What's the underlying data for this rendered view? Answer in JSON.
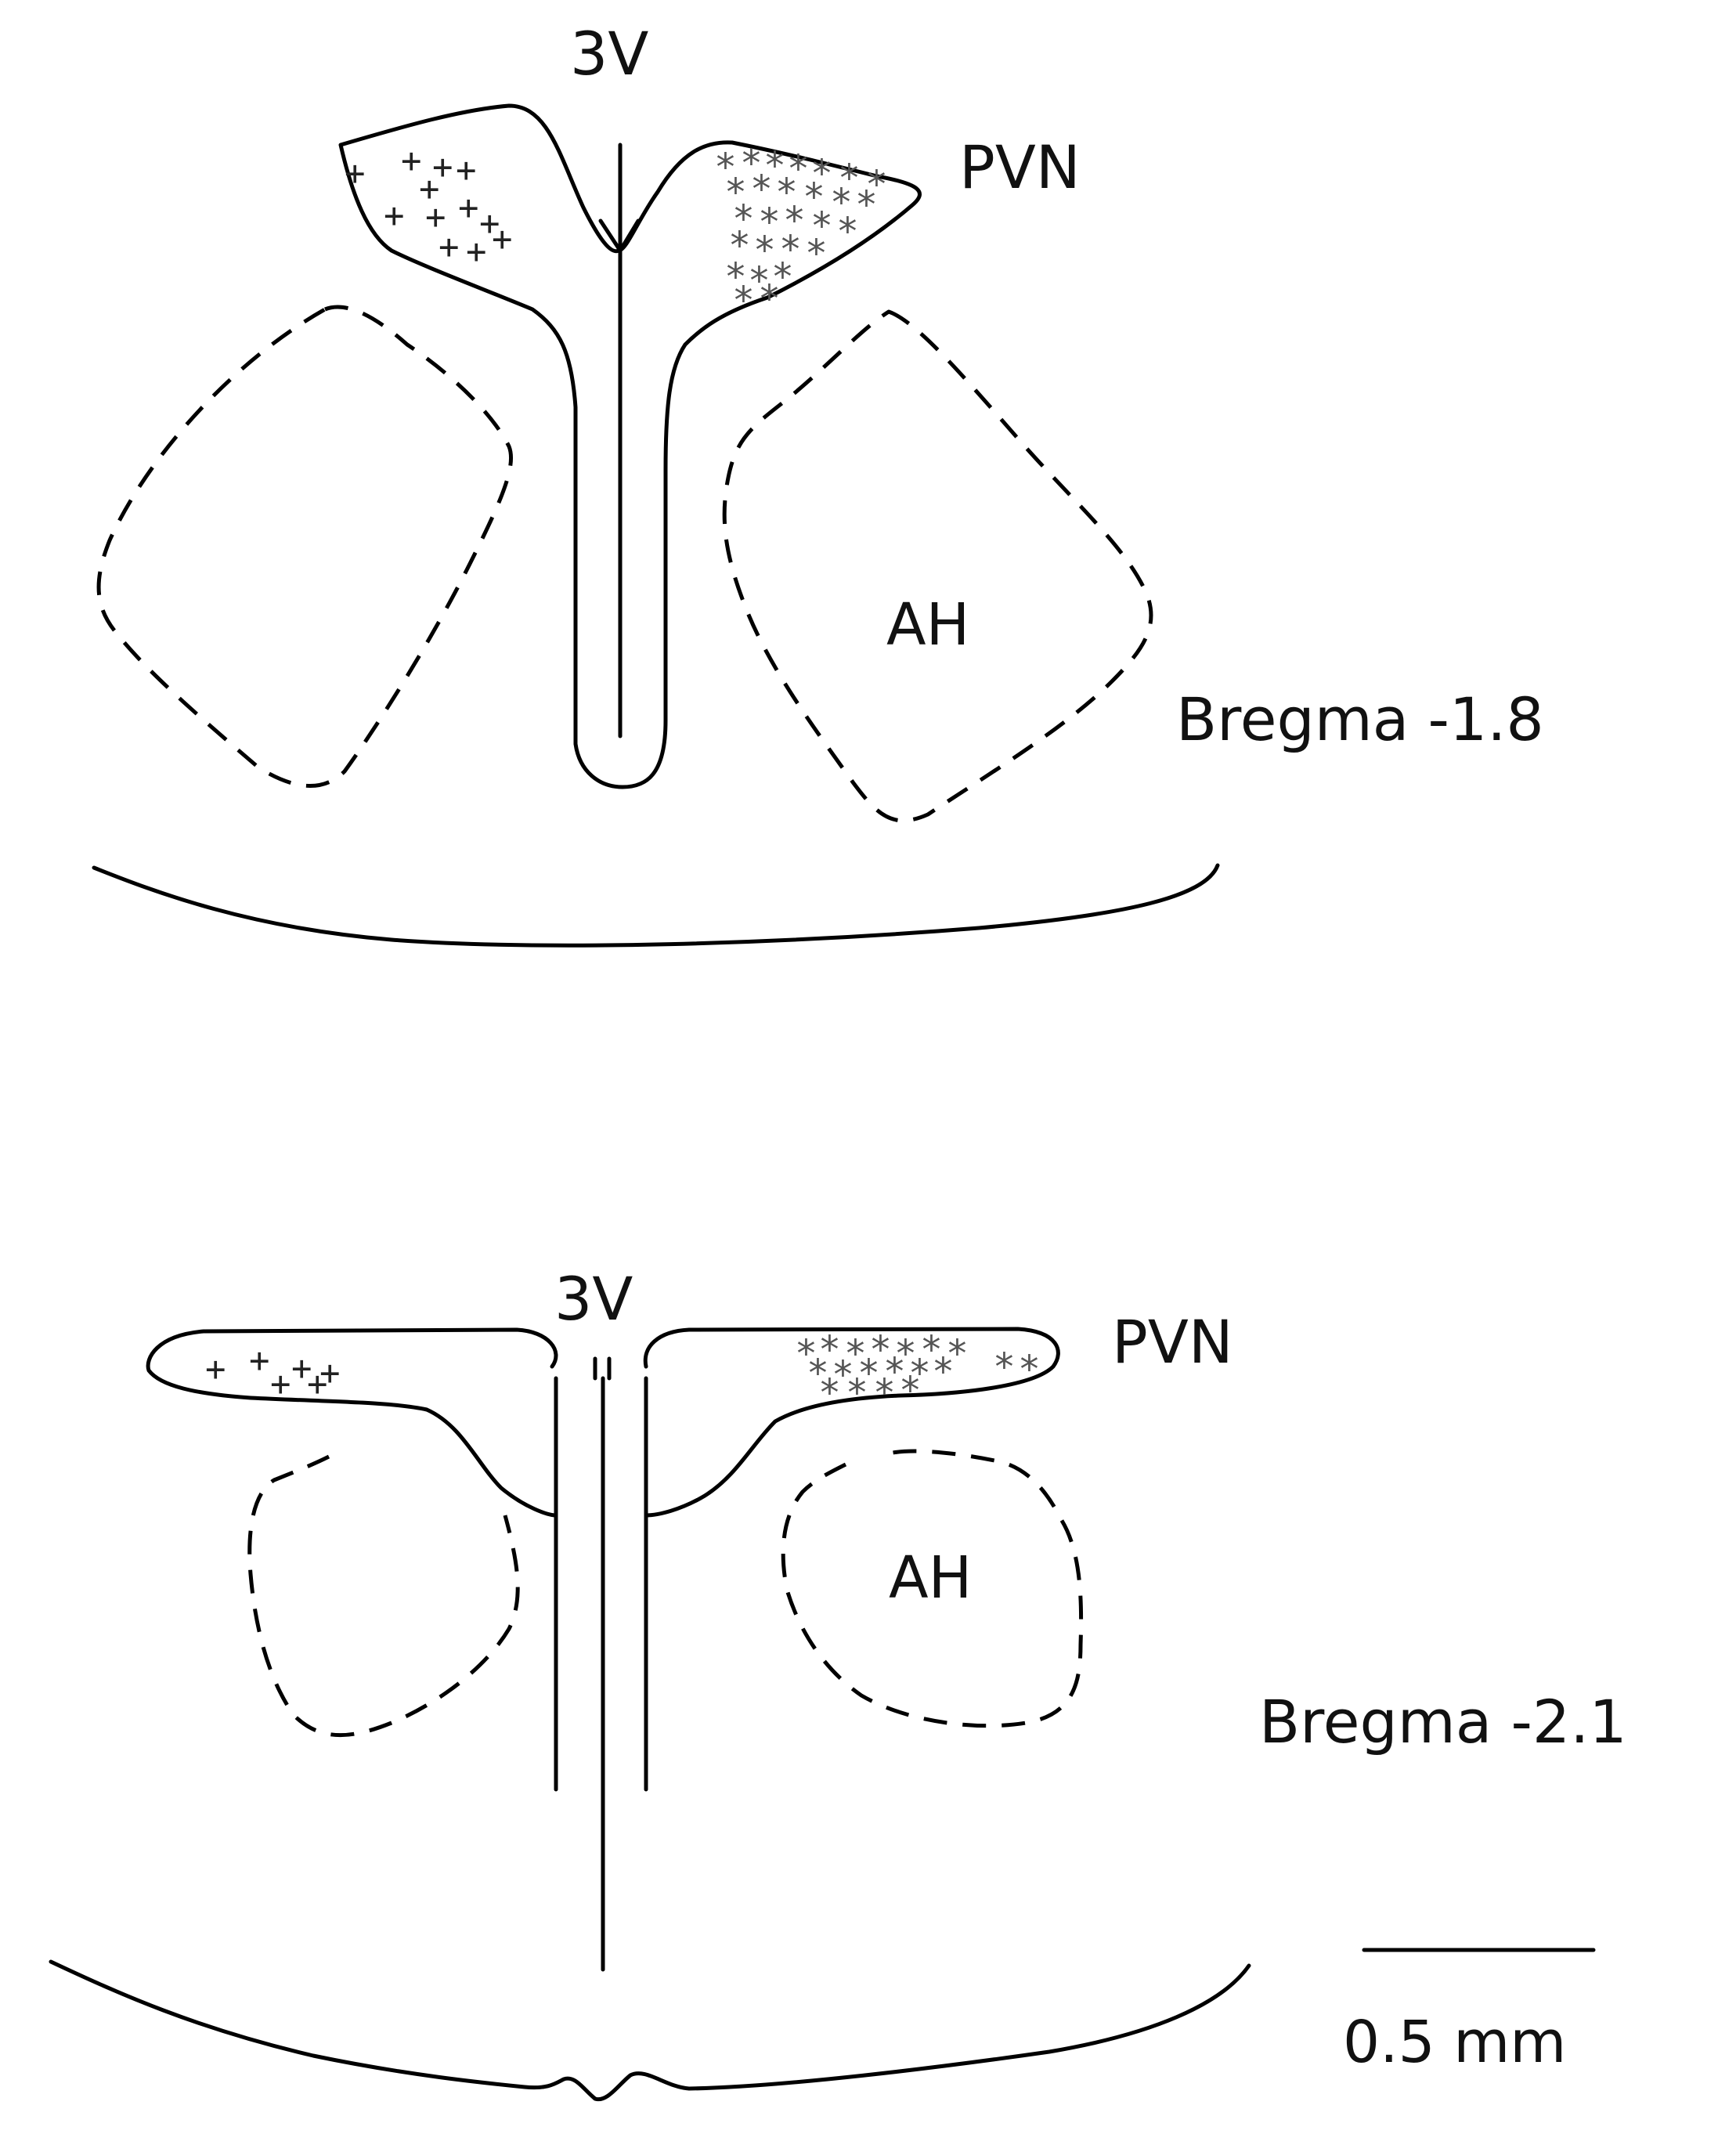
{
  "sections": [
    {
      "ventricle_label": "3V",
      "nucleus_label": "PVN",
      "area_label": "AH",
      "level_label": "Bregma -1.8",
      "markers": {
        "left_symbol": "+",
        "right_symbol": "*"
      }
    },
    {
      "ventricle_label": "3V",
      "nucleus_label": "PVN",
      "area_label": "AH",
      "level_label": "Bregma -2.1",
      "markers": {
        "left_symbol": "+",
        "right_symbol": "*"
      }
    }
  ],
  "scale_bar": {
    "label": "0.5 mm"
  }
}
